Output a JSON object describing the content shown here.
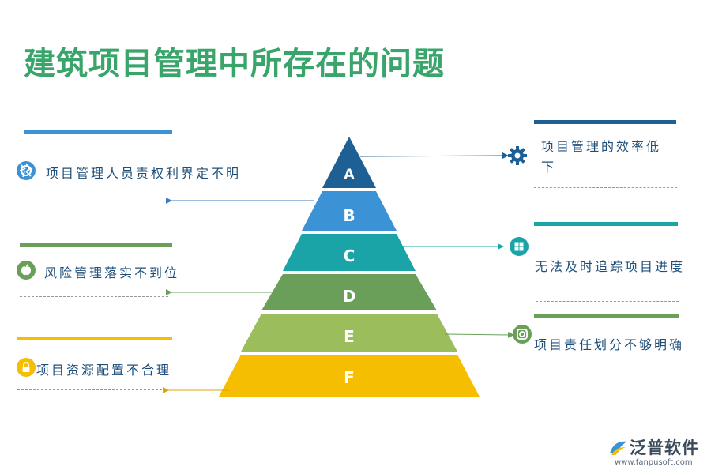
{
  "title": "建筑项目管理中所存在的问题",
  "colors": {
    "title": "#3aa56b",
    "A": "#1e5f94",
    "B": "#3b93d6",
    "C": "#1aa4a8",
    "D": "#6a9f5a",
    "E": "#9bbd5b",
    "F": "#f5be00",
    "label_text": "#1e4f7a"
  },
  "pyramid": {
    "levels": [
      "A",
      "B",
      "C",
      "D",
      "E",
      "F"
    ]
  },
  "left_items": [
    {
      "label": "项目管理人员责权利界定不明",
      "icon": "aperture-icon"
    },
    {
      "label": "风险管理落实不到位",
      "icon": "apple-icon"
    },
    {
      "label": "项目资源配置不合理",
      "icon": "lock-icon"
    }
  ],
  "right_items": [
    {
      "label": "项目管理的效率低下",
      "icon": "gear-icon"
    },
    {
      "label": "无法及时追踪项目进度",
      "icon": "windows-icon"
    },
    {
      "label": "项目责任划分不够明确",
      "icon": "instagram-icon"
    }
  ],
  "logo": {
    "name": "泛普软件",
    "url": "www.fanpusoft.com",
    "icon": "fanpu-logo-icon"
  }
}
